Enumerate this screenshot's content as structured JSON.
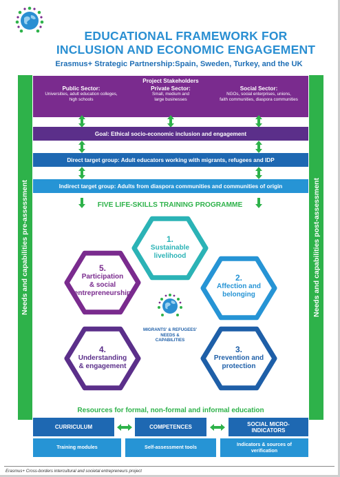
{
  "header": {
    "title_line1": "EDUCATIONAL FRAMEWORK FOR",
    "title_line2": "INCLUSION AND ECONOMIC ENGAGEMENT",
    "subtitle": "Erasmus+ Strategic Partnership:Spain, Sweden, Turkey, and the UK"
  },
  "side": {
    "left": "Needs and capabilities pre-assessment",
    "right": "Needs and capabilities post-assessment"
  },
  "stakeholders": {
    "title": "Project Stakeholders",
    "public_title": "Public Sector:",
    "public_desc1": "Universities, adult education colleges,",
    "public_desc2": "high schools",
    "private_title": "Private Sector:",
    "private_desc1": "Small, medium and",
    "private_desc2": "large businesses",
    "social_title": "Social Sector:",
    "social_desc1": "NGOs, social enterprises, unions,",
    "social_desc2": "faith communities, diaspora communities"
  },
  "goal": "Goal: Ethical socio-economic inclusion and engagement",
  "direct": "Direct target group: Adult educators working with migrants, refugees and IDP",
  "indirect": "Indirect target group: Adults from diaspora communities and communities of origin",
  "programme_title": "FIVE LIFE-SKILLS TRAINING PROGRAMME",
  "hexagons": [
    {
      "num": "1.",
      "line1": "Sustainable",
      "line2": "livelihood",
      "color": "#2bb3b6"
    },
    {
      "num": "2.",
      "line1": "Affection and",
      "line2": "belonging",
      "color": "#2694d5"
    },
    {
      "num": "3.",
      "line1": "Prevention and",
      "line2": "protection",
      "color": "#1e5fa8"
    },
    {
      "num": "4.",
      "line1": "Understanding",
      "line2": "& engagement",
      "color": "#5b2f8a"
    },
    {
      "num": "5.",
      "line1": "Participation",
      "line2": "& social",
      "line3": "entrepreneurship",
      "color": "#7a2b8e"
    }
  ],
  "center": {
    "line1": "MIGRANTS' & REFUGEES'",
    "line2": "NEEDS &",
    "line3": "CAPABILITIES"
  },
  "resources": {
    "title": "Resources for formal, non-formal and informal education",
    "curriculum": "CURRICULUM",
    "competences": "COMPETENCES",
    "social_line1": "SOCIAL MICRO-",
    "social_line2": "INDICATORS",
    "training": "Training modules",
    "self": "Self-assessment tools",
    "indicators_line1": "Indicators & sources of",
    "indicators_line2": "verification"
  },
  "footer": "Erasmus+ Cross-borders intercultural and societal entrepreneurs project",
  "colors": {
    "green": "#2eb24a",
    "purple": "#7a2b8e",
    "dark_purple": "#5b2f8a",
    "blue": "#1e68b2",
    "light_blue": "#2694d5",
    "teal": "#2bb3b6",
    "title_blue": "#2a8fd2"
  },
  "icons": [
    "globe-logo-icon",
    "double-arrow-icon"
  ]
}
